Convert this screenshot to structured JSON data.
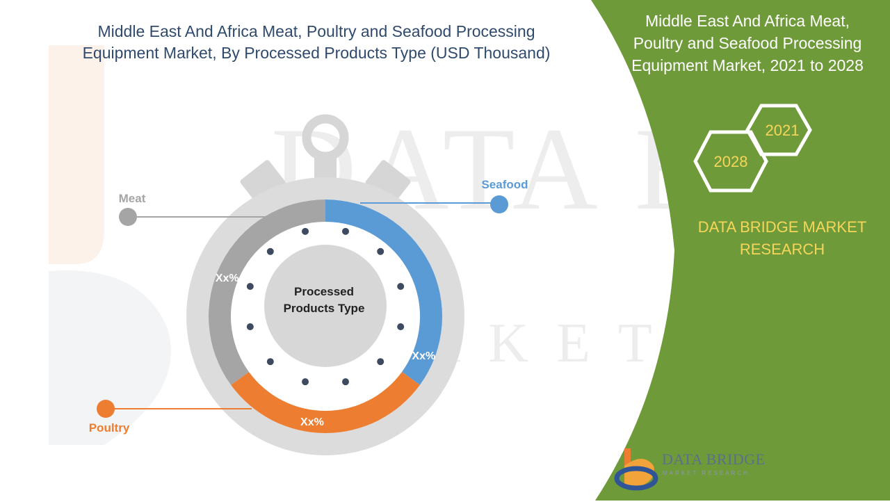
{
  "chart_title": "Middle East And Africa Meat, Poultry and Seafood Processing Equipment Market, By Processed Products Type (USD Thousand)",
  "panel": {
    "title": "Middle East And Africa Meat, Poultry and Seafood Processing Equipment Market, 2021 to 2028",
    "year_start": "2021",
    "year_end": "2028",
    "brand": "DATA BRIDGE MARKET RESEARCH",
    "panel_color": "#6f9a3a"
  },
  "logo": {
    "name": "DATA BRIDGE",
    "tagline": "MARKET RESEARCH"
  },
  "chart_data": {
    "type": "pie",
    "center_label": "Processed Products Type",
    "series": [
      {
        "name": "Seafood",
        "label": "Xx%",
        "share": 0.35,
        "color": "#5b9bd5"
      },
      {
        "name": "Poultry",
        "label": "Xx%",
        "share": 0.3,
        "color": "#ed7d31"
      },
      {
        "name": "Meat",
        "label": "Xx%",
        "share": 0.35,
        "color": "#a5a5a5"
      }
    ]
  }
}
